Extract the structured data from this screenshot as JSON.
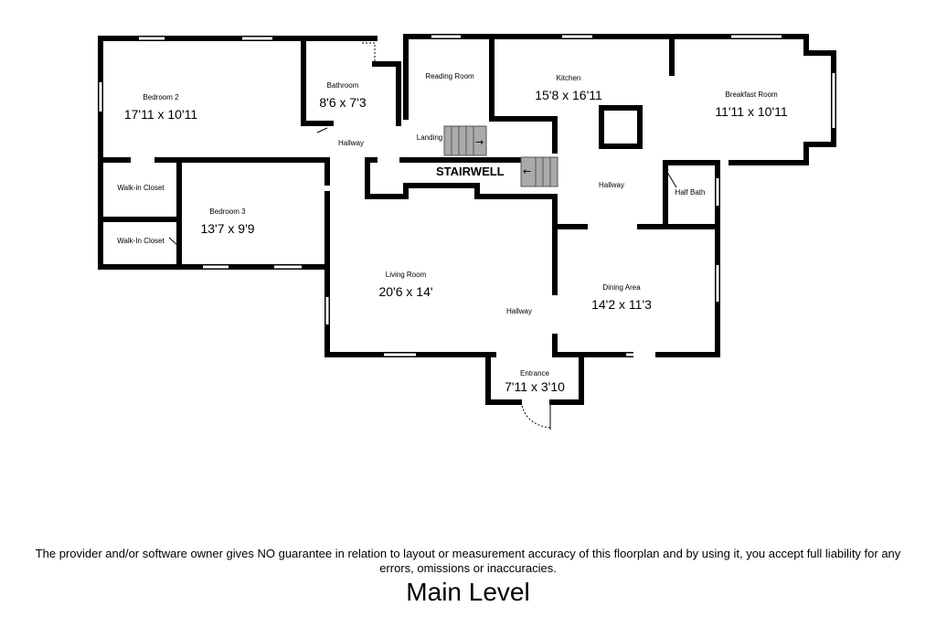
{
  "rooms": {
    "bedroom2": {
      "name": "Bedroom 2",
      "dims": "17'11 x 10'11"
    },
    "bathroom": {
      "name": "Bathroom",
      "dims": "8'6 x 7'3"
    },
    "reading_room": {
      "name": "Reading Room"
    },
    "kitchen": {
      "name": "Kitchen",
      "dims": "15'8 x 16'11"
    },
    "breakfast_room": {
      "name": "Breakfast Room",
      "dims": "11'11 x 10'11"
    },
    "hallway_left": {
      "name": "Hallway"
    },
    "landing": {
      "name": "Landing"
    },
    "stairwell": {
      "name": "STAIRWELL"
    },
    "hallway_center": {
      "name": "Hallway"
    },
    "half_bath": {
      "name": "Half Bath"
    },
    "walkin_closet_1": {
      "name": "Walk-in Closet"
    },
    "walkin_closet_2": {
      "name": "Walk-In Closet"
    },
    "bedroom3": {
      "name": "Bedroom 3",
      "dims": "13'7 x 9'9"
    },
    "living_room": {
      "name": "Living Room",
      "dims": "20'6 x 14'"
    },
    "hallway_bottom": {
      "name": "Hallway"
    },
    "dining_area": {
      "name": "Dining Area",
      "dims": "14'2 x 11'3"
    },
    "entrance": {
      "name": "Entrance",
      "dims": "7'11 x 3'10"
    }
  },
  "stairs": {
    "arrow_up": "→",
    "arrow_down": "←"
  },
  "footer": {
    "disclaimer": "The provider and/or software owner gives NO guarantee in relation to layout or measurement accuracy of this floorplan and by using it, you accept full liability for any errors, omissions or inaccuracies.",
    "title": "Main Level"
  }
}
